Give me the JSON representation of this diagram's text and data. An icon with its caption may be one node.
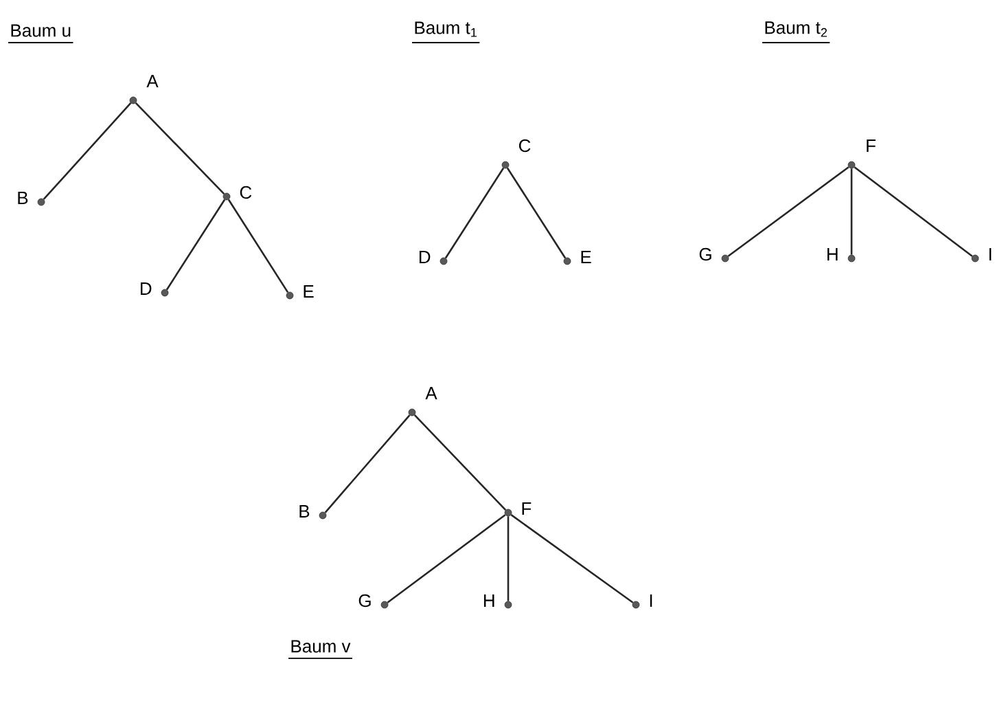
{
  "diagram": {
    "nodes": [
      {
        "text": [],
        "shape": "circle",
        "beside": [
          "A"
        ]
      },
      {
        "text": [],
        "shape": "circle",
        "beside": [
          "B"
        ]
      },
      {
        "text": [],
        "shape": "circle",
        "beside": [
          "C"
        ]
      },
      {
        "text": [],
        "shape": "circle",
        "beside": [
          "D"
        ]
      },
      {
        "text": [],
        "shape": "circle",
        "beside": [
          "E"
        ]
      },
      {
        "text": [],
        "shape": "circle",
        "beside": [
          "C"
        ]
      },
      {
        "text": [],
        "shape": "circle",
        "beside": [
          "D"
        ]
      },
      {
        "text": [],
        "shape": "circle",
        "beside": [
          "E"
        ]
      },
      {
        "text": [],
        "shape": "circle",
        "beside": [
          "F"
        ]
      },
      {
        "text": [],
        "shape": "circle",
        "beside": [
          "G"
        ]
      },
      {
        "text": [],
        "shape": "circle",
        "beside": [
          "H"
        ]
      },
      {
        "text": [],
        "shape": "circle",
        "beside": [
          "I"
        ]
      },
      {
        "text": [],
        "shape": "circle",
        "beside": [
          "A"
        ]
      },
      {
        "text": [],
        "shape": "circle",
        "beside": [
          "B"
        ]
      },
      {
        "text": [],
        "shape": "circle",
        "beside": [
          "F"
        ]
      },
      {
        "text": [],
        "shape": "circle",
        "beside": [
          "G"
        ]
      },
      {
        "text": [],
        "shape": "circle",
        "beside": [
          "H"
        ]
      },
      {
        "text": [],
        "shape": "circle",
        "beside": [
          "I"
        ]
      }
    ],
    "edges": [
      {
        "from": 0,
        "to": 1,
        "arrow": "none"
      },
      {
        "from": 0,
        "to": 2,
        "arrow": "none"
      },
      {
        "from": 2,
        "to": 3,
        "arrow": "none"
      },
      {
        "from": 2,
        "to": 4,
        "arrow": "none"
      },
      {
        "from": 5,
        "to": 6,
        "arrow": "none"
      },
      {
        "from": 5,
        "to": 7,
        "arrow": "none"
      },
      {
        "from": 8,
        "to": 9,
        "arrow": "none"
      },
      {
        "from": 8,
        "to": 10,
        "arrow": "none"
      },
      {
        "from": 8,
        "to": 11,
        "arrow": "none"
      },
      {
        "from": 12,
        "to": 13,
        "arrow": "none"
      },
      {
        "from": 12,
        "to": 14,
        "arrow": "none"
      },
      {
        "from": 14,
        "to": 15,
        "arrow": "none"
      },
      {
        "from": 14,
        "to": 16,
        "arrow": "none"
      },
      {
        "from": 14,
        "to": 17,
        "arrow": "none"
      }
    ],
    "labels": [
      "Baum u",
      "Baum t$_{1}$",
      "Baum t$_{2}$",
      "Baum v"
    ]
  }
}
